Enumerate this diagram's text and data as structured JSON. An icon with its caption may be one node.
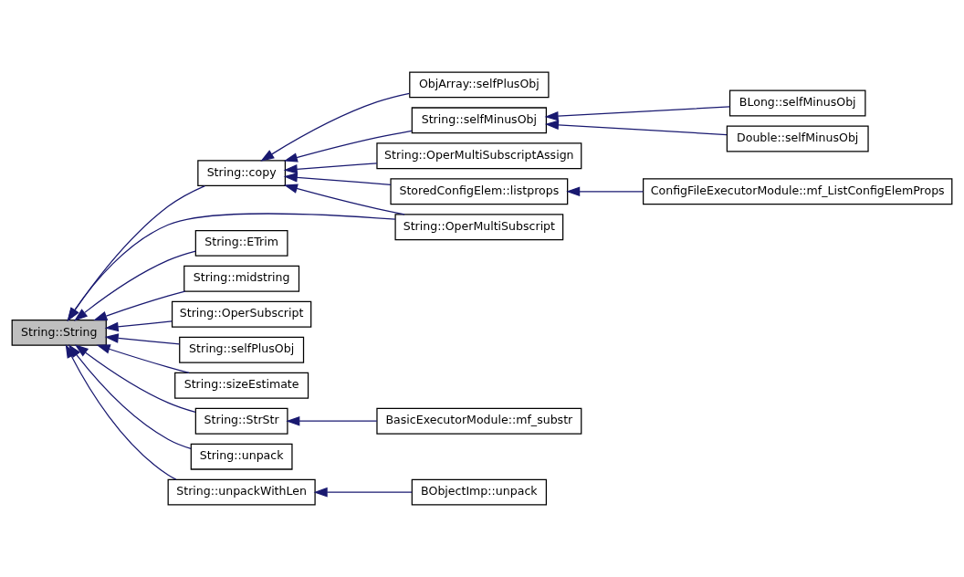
{
  "diagram": {
    "nodes": [
      {
        "text": [
          "String::String"
        ]
      },
      {
        "text": [
          "String::copy"
        ]
      },
      {
        "text": [
          "ObjArray::selfPlusObj"
        ]
      },
      {
        "text": [
          "String::selfMinusObj"
        ]
      },
      {
        "text": [
          "BLong::selfMinusObj"
        ]
      },
      {
        "text": [
          "Double::selfMinusObj"
        ]
      },
      {
        "text": [
          "String::OperMultiSubscriptAssign"
        ]
      },
      {
        "text": [
          "StoredConfigElem::listprops"
        ]
      },
      {
        "text": [
          "ConfigFileExecutorModule::mf_ListConfigElemProps"
        ]
      },
      {
        "text": [
          "String::OperMultiSubscript"
        ]
      },
      {
        "text": [
          "String::ETrim"
        ]
      },
      {
        "text": [
          "String::midstring"
        ]
      },
      {
        "text": [
          "String::OperSubscript"
        ]
      },
      {
        "text": [
          "String::selfPlusObj"
        ]
      },
      {
        "text": [
          "String::sizeEstimate"
        ]
      },
      {
        "text": [
          "String::StrStr"
        ]
      },
      {
        "text": [
          "BasicExecutorModule::mf_substr"
        ]
      },
      {
        "text": [
          "String::unpack"
        ]
      },
      {
        "text": [
          "String::unpackWithLen"
        ]
      },
      {
        "text": [
          "BObjectImp::unpack"
        ]
      }
    ],
    "edges": [
      {
        "from": 1,
        "to": 0,
        "arrow": "to"
      },
      {
        "from": 9,
        "to": 0,
        "arrow": "to"
      },
      {
        "from": 10,
        "to": 0,
        "arrow": "to"
      },
      {
        "from": 11,
        "to": 0,
        "arrow": "to"
      },
      {
        "from": 12,
        "to": 0,
        "arrow": "to"
      },
      {
        "from": 13,
        "to": 0,
        "arrow": "to"
      },
      {
        "from": 14,
        "to": 0,
        "arrow": "to"
      },
      {
        "from": 15,
        "to": 0,
        "arrow": "to"
      },
      {
        "from": 17,
        "to": 0,
        "arrow": "to"
      },
      {
        "from": 18,
        "to": 0,
        "arrow": "to"
      },
      {
        "from": 2,
        "to": 1,
        "arrow": "to"
      },
      {
        "from": 3,
        "to": 1,
        "arrow": "to"
      },
      {
        "from": 6,
        "to": 1,
        "arrow": "to"
      },
      {
        "from": 7,
        "to": 1,
        "arrow": "to"
      },
      {
        "from": 9,
        "to": 1,
        "arrow": "to"
      },
      {
        "from": 4,
        "to": 3,
        "arrow": "to"
      },
      {
        "from": 5,
        "to": 3,
        "arrow": "to"
      },
      {
        "from": 8,
        "to": 7,
        "arrow": "to"
      },
      {
        "from": 16,
        "to": 15,
        "arrow": "to"
      },
      {
        "from": 19,
        "to": 18,
        "arrow": "to"
      }
    ]
  }
}
